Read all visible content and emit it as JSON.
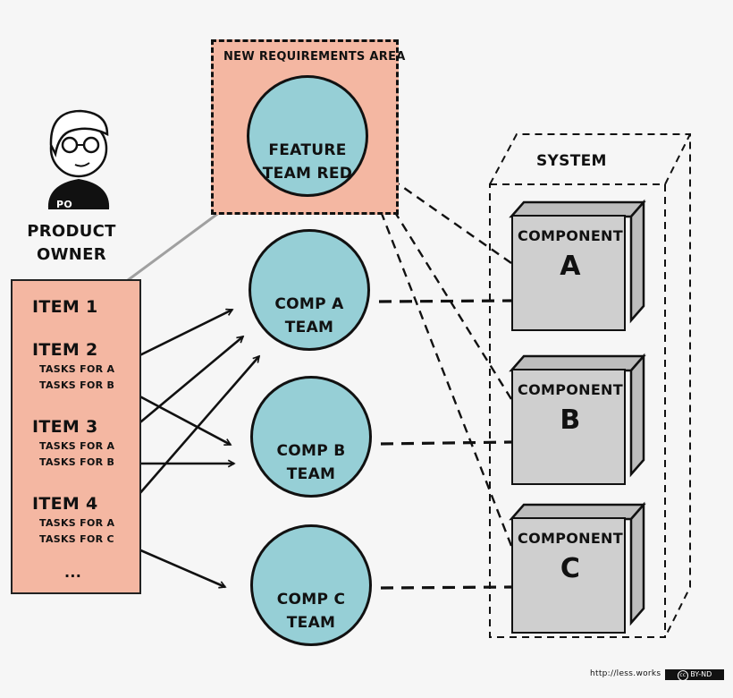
{
  "product_owner": {
    "badge": "PO",
    "label_line1": "PRODUCT",
    "label_line2": "OWNER"
  },
  "backlog": {
    "items": [
      {
        "title": "ITEM 1",
        "tasks": []
      },
      {
        "title": "ITEM 2",
        "tasks": [
          "TASKS FOR A",
          "TASKS FOR B"
        ]
      },
      {
        "title": "ITEM 3",
        "tasks": [
          "TASKS FOR A",
          "TASKS FOR B"
        ]
      },
      {
        "title": "ITEM 4",
        "tasks": [
          "TASKS FOR A",
          "TASKS FOR C"
        ]
      }
    ],
    "more": "..."
  },
  "requirements_area": {
    "title": "NEW REQUIREMENTS AREA",
    "team_line1": "FEATURE",
    "team_line2": "TEAM RED"
  },
  "teams": [
    {
      "line1": "COMP A",
      "line2": "TEAM"
    },
    {
      "line1": "COMP B",
      "line2": "TEAM"
    },
    {
      "line1": "COMP C",
      "line2": "TEAM"
    }
  ],
  "system": {
    "title": "SYSTEM",
    "components": [
      {
        "label": "COMPONENT",
        "letter": "A"
      },
      {
        "label": "COMPONENT",
        "letter": "B"
      },
      {
        "label": "COMPONENT",
        "letter": "C"
      }
    ]
  },
  "footer": {
    "url": "http://less.works",
    "license": "BY-ND",
    "cc_mark": "cc"
  },
  "colors": {
    "backlog": "#f4b7a2",
    "team": "#96cfd6",
    "component": "#cfcfcf",
    "background": "#f6f6f6",
    "ink": "#111111",
    "po_arrow": "#a0a0a0"
  }
}
